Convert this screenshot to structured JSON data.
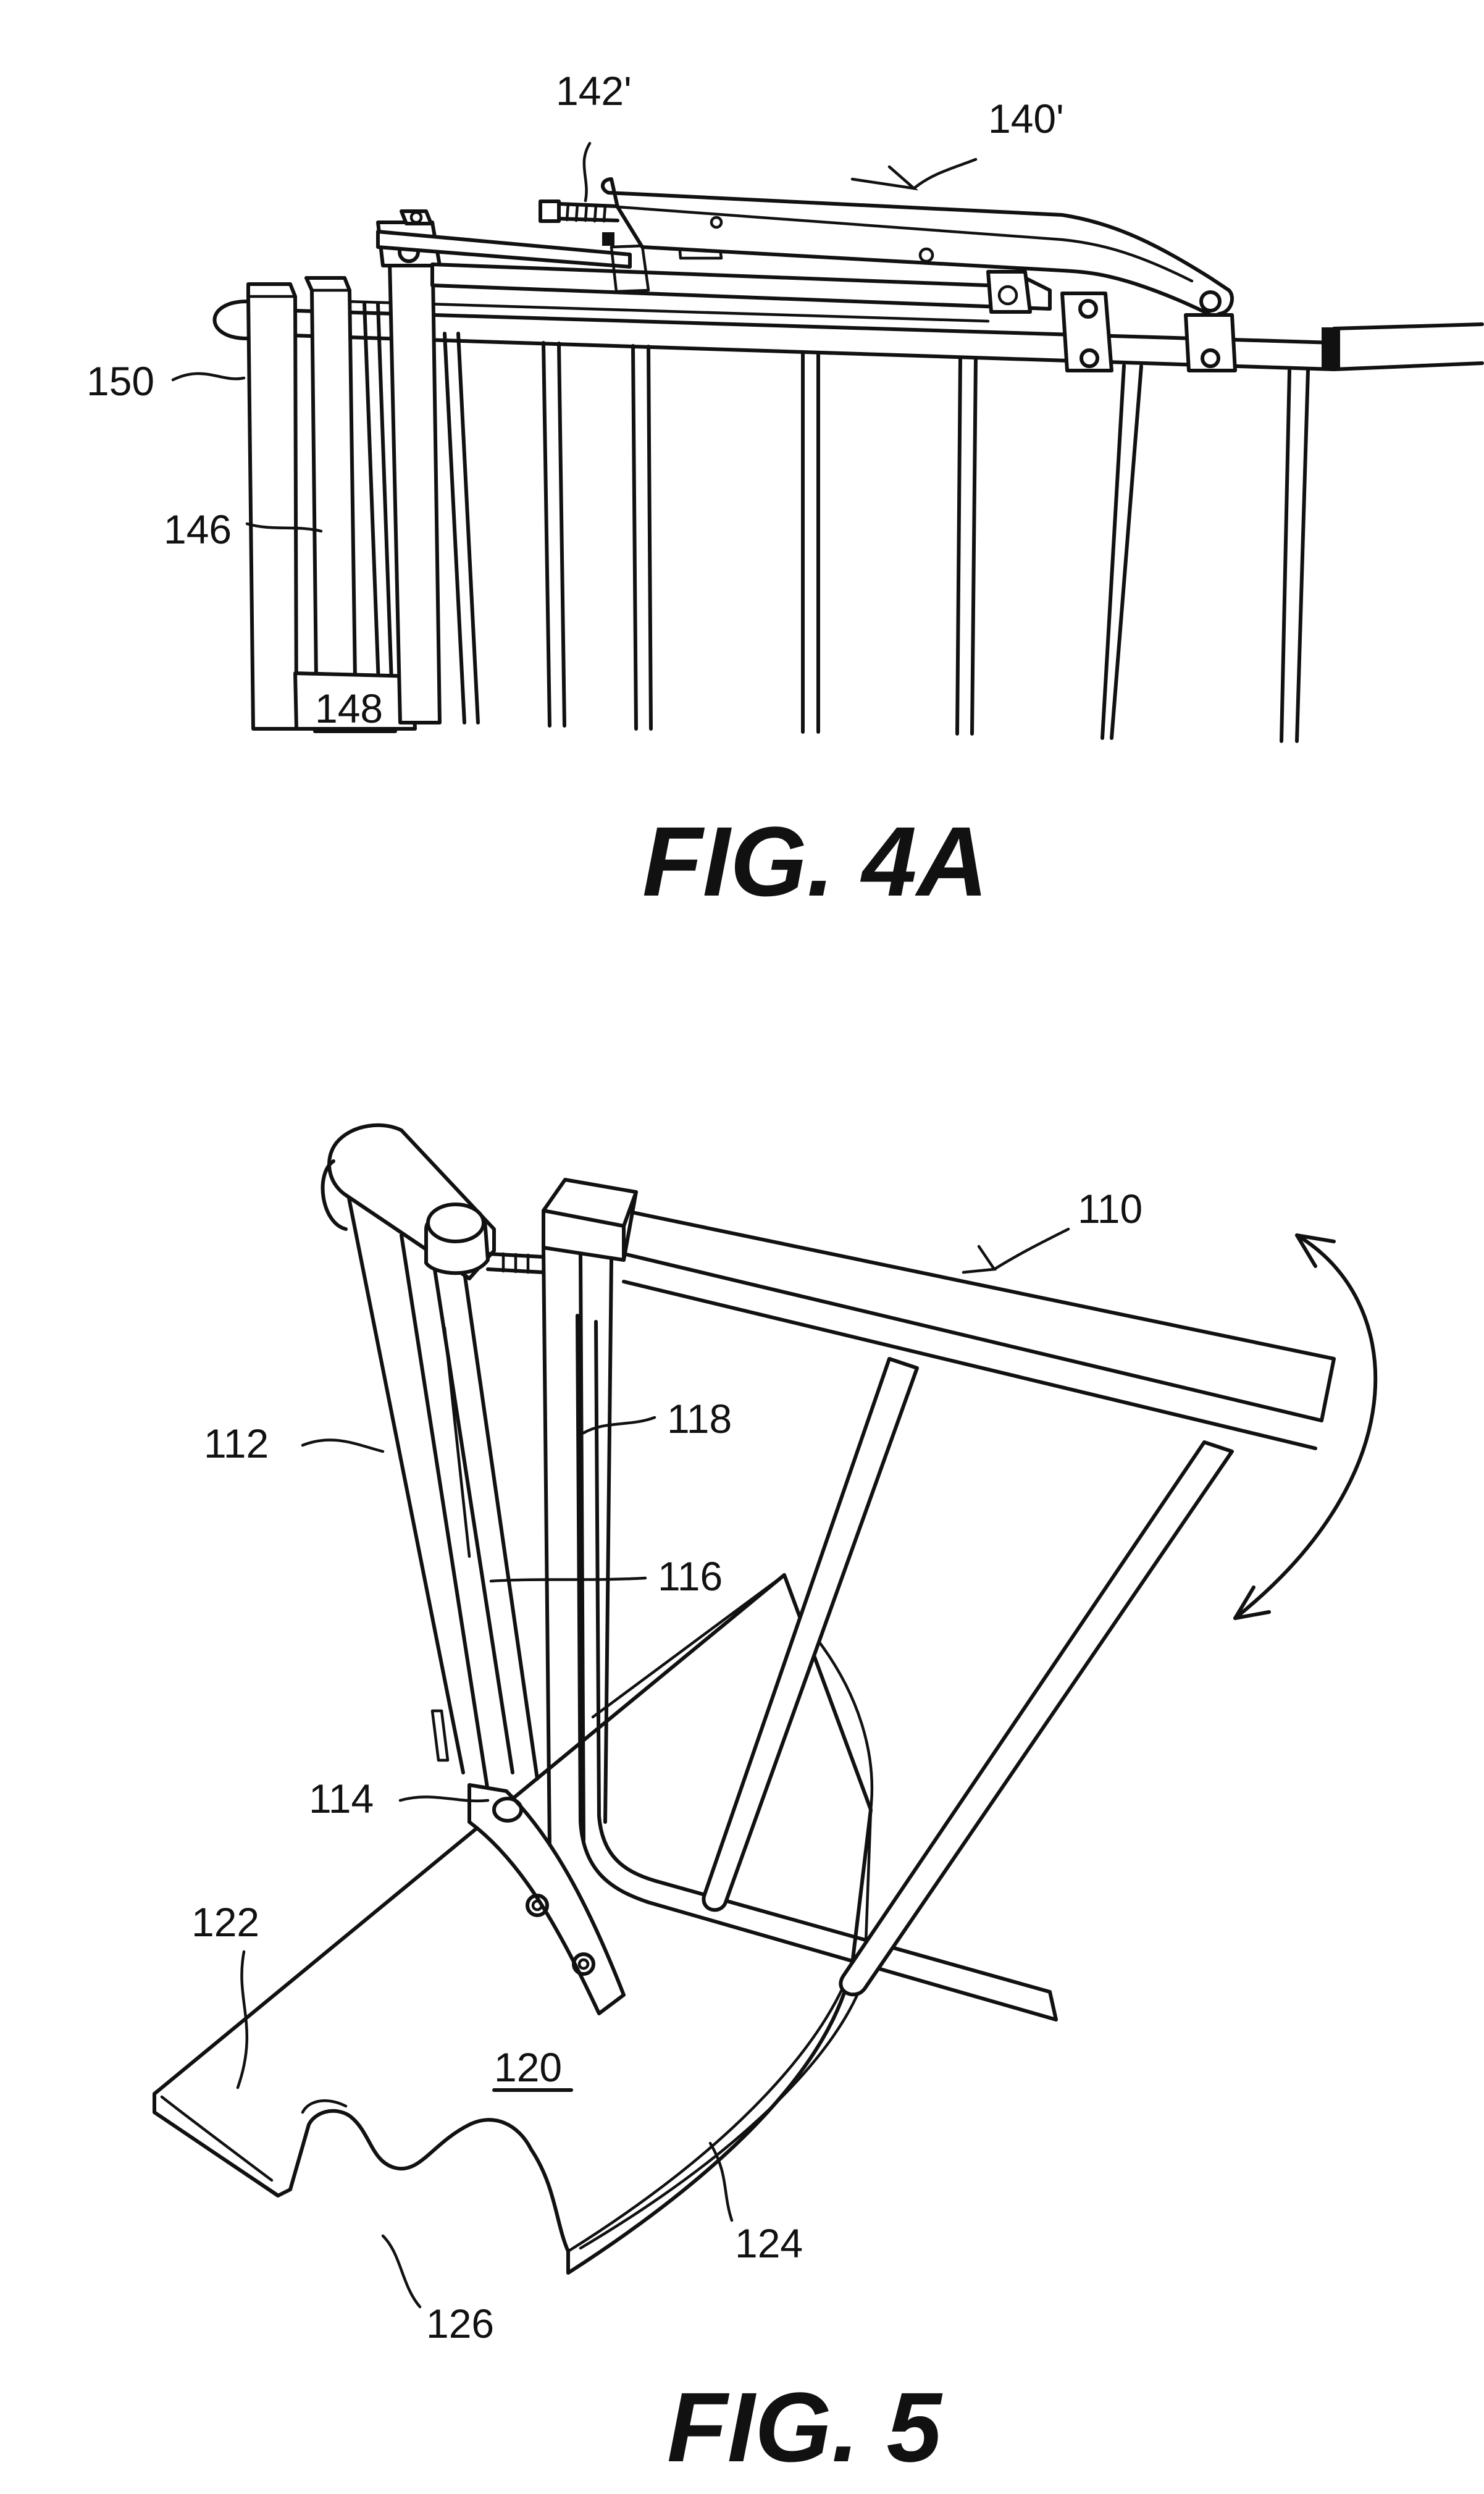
{
  "figures": [
    {
      "id": "fig4a",
      "title": "FIG. 4A",
      "refs": {
        "r142": "142'",
        "r140": "140'",
        "r150": "150",
        "r146": "146",
        "r148": "148"
      }
    },
    {
      "id": "fig5",
      "title": "FIG. 5",
      "refs": {
        "r110": "110",
        "r112": "112",
        "r118": "118",
        "r116": "116",
        "r114": "114",
        "r122": "122",
        "r120": "120",
        "r124": "124",
        "r126": "126"
      }
    }
  ],
  "colors": {
    "ink": "#111111",
    "paper": "#ffffff"
  }
}
